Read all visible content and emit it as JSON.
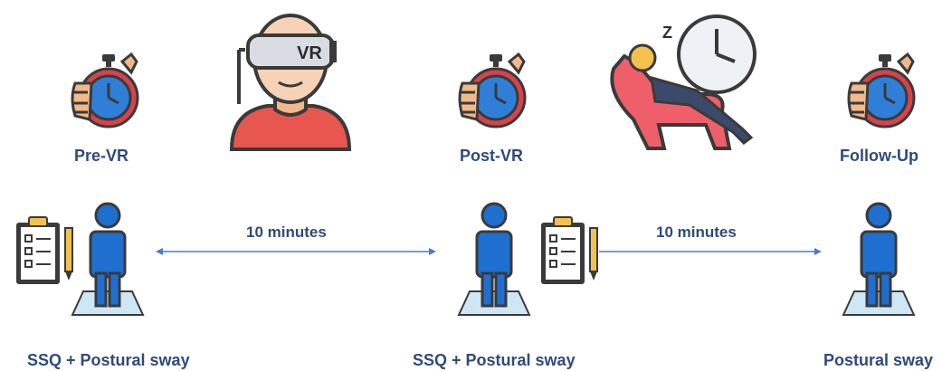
{
  "phases": [
    {
      "label": "Pre-VR"
    },
    {
      "label": "Post-VR"
    },
    {
      "label": "Follow-Up"
    }
  ],
  "intervals": [
    {
      "label": "10 minutes"
    },
    {
      "label": "10 minutes"
    }
  ],
  "measures": [
    {
      "label": "SSQ + Postural sway"
    },
    {
      "label": "SSQ + Postural sway"
    },
    {
      "label": "Postural sway"
    }
  ],
  "icons": {
    "vr_headset_text": "VR",
    "sleep_text": "Z"
  },
  "colors": {
    "text": "#2f4a7a",
    "arrow": "#4a7bd0",
    "figure": "#1f6fd1",
    "stopwatch": "#2f7fd8",
    "shirt": "#e8574f",
    "chair": "#ee5f6a",
    "skin": "#f2b98a"
  }
}
